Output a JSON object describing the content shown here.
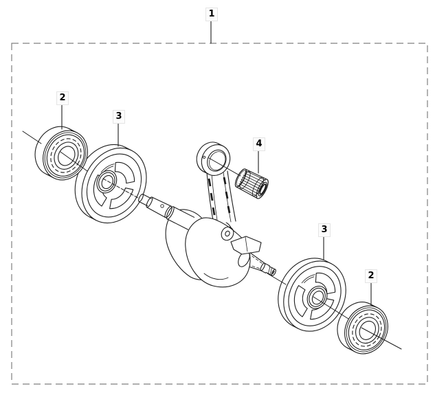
{
  "diagram": {
    "background": "#ffffff",
    "line_color": "#1c1c1c",
    "border": {
      "color": "#7f7f7f",
      "style": "dashed"
    },
    "callouts": [
      {
        "id": "assembly",
        "label": "1"
      },
      {
        "id": "bearing-left",
        "label": "2"
      },
      {
        "id": "crank-web-left",
        "label": "3"
      },
      {
        "id": "needle-cage",
        "label": "4"
      },
      {
        "id": "crank-web-right",
        "label": "3"
      },
      {
        "id": "bearing-right",
        "label": "2"
      }
    ]
  }
}
